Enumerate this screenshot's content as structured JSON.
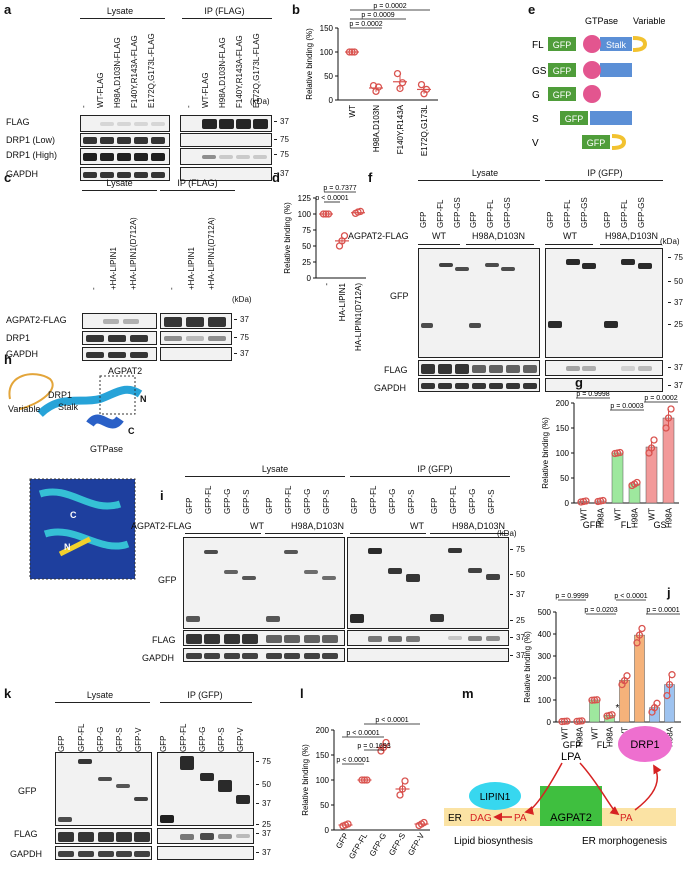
{
  "panels": {
    "a": {
      "label": "a",
      "lysate_header": "Lysate",
      "ip_header": "IP (FLAG)",
      "lanes": [
        "-",
        "WT-FLAG",
        "H98A,D103N-FLAG",
        "F140Y,R143A-FLAG",
        "E172Q,G173L-FLAG"
      ],
      "kda": "(kDa)",
      "rows": [
        {
          "name": "FLAG",
          "mw": "37"
        },
        {
          "name": "DRP1 (Low)",
          "mw": "75"
        },
        {
          "name": "DRP1 (High)",
          "mw": "75"
        },
        {
          "name": "GAPDH",
          "mw": "37"
        }
      ]
    },
    "b": {
      "label": "b"
    },
    "c": {
      "label": "c",
      "lysate_header": "Lysate",
      "ip_header": "IP (FLAG)",
      "lanes": [
        "-",
        "+HA-LIPIN1",
        "+HA-LIPIN1(D712A)"
      ],
      "kda": "(kDa)",
      "rows": [
        {
          "name": "AGPAT2-FLAG",
          "mw": "37"
        },
        {
          "name": "DRP1",
          "mw": "75"
        },
        {
          "name": "GAPDH",
          "mw": "37"
        }
      ]
    },
    "d": {
      "label": "d"
    },
    "e": {
      "label": "e",
      "top_labels": [
        "GTPase",
        "Variable"
      ],
      "rows": [
        "FL",
        "GS",
        "G",
        "S",
        "V"
      ],
      "gfp": "GFP",
      "stalk": "Stalk"
    },
    "f": {
      "label": "f",
      "lysate_header": "Lysate",
      "ip_header": "IP (GFP)",
      "lanes": [
        "GFP",
        "GFP-FL",
        "GFP-GS",
        "GFP",
        "GFP-FL",
        "GFP-GS"
      ],
      "agpat": "AGPAT2-FLAG",
      "wt": "WT",
      "mut": "H98A,D103N",
      "kda": "(kDa)",
      "gfp_mw": [
        "75",
        "50",
        "37",
        "25"
      ],
      "rows": [
        {
          "name": "GFP"
        },
        {
          "name": "FLAG",
          "mw": "37"
        },
        {
          "name": "GAPDH",
          "mw": "37"
        }
      ]
    },
    "g": {
      "label": "g"
    },
    "h": {
      "label": "h",
      "labels": [
        "AGPAT2",
        "DRP1",
        "Stalk",
        "Variable",
        "GTPase",
        "N",
        "C",
        "C",
        "N"
      ]
    },
    "i": {
      "label": "i",
      "lysate_header": "Lysate",
      "ip_header": "IP (GFP)",
      "lanes": [
        "GFP",
        "GFP-FL",
        "GFP-G",
        "GFP-S"
      ],
      "agpat": "AGPAT2-FLAG",
      "wt": "WT",
      "mut": "H98A,D103N",
      "kda": "(kDa)",
      "gfp_mw": [
        "75",
        "50",
        "37",
        "25"
      ],
      "rows": [
        {
          "name": "GFP"
        },
        {
          "name": "FLAG",
          "mw": "37"
        },
        {
          "name": "GAPDH",
          "mw": "37"
        }
      ]
    },
    "j": {
      "label": "j"
    },
    "k": {
      "label": "k",
      "lysate_header": "Lysate",
      "ip_header": "IP (GFP)",
      "lanes": [
        "GFP",
        "GFP-FL",
        "GFP-G",
        "GFP-S",
        "GFP-V"
      ],
      "gfp_mw": [
        "75",
        "50",
        "37",
        "25"
      ],
      "rows": [
        {
          "name": "GFP"
        },
        {
          "name": "FLAG",
          "mw": "37"
        },
        {
          "name": "GAPDH",
          "mw": "37"
        }
      ]
    },
    "l": {
      "label": "l"
    },
    "m": {
      "label": "m",
      "lpa": "LPA",
      "drp1": "DRP1",
      "lipin1": "LIPIN1",
      "agpat2": "AGPAT2",
      "er": "ER",
      "dag": "DAG",
      "pa1": "PA",
      "pa2": "PA",
      "lipid": "Lipid biosynthesis",
      "morph": "ER morphogenesis"
    }
  },
  "chart_data": [
    {
      "id": "b",
      "type": "scatter",
      "ylabel": "Relative binding (%)",
      "categories": [
        "WT",
        "H98A,D103N",
        "F140Y,R143A",
        "E172Q,G173L"
      ],
      "bar_colors": [
        "#e6e6e6",
        "#e6e6e6",
        "#e6e6e6",
        "#e6e6e6"
      ],
      "point_color": "#d9534f",
      "means": [
        100,
        25,
        38,
        22
      ],
      "sd": [
        1,
        8,
        16,
        9
      ],
      "points": [
        [
          100,
          100,
          100
        ],
        [
          30,
          18,
          27
        ],
        [
          55,
          24,
          36
        ],
        [
          32,
          13,
          22
        ]
      ],
      "ylim": [
        0,
        150
      ],
      "yticks": [
        0,
        50,
        100,
        150
      ],
      "pvalues": [
        "p = 0.0002",
        "p = 0.0009",
        "p = 0.0002"
      ]
    },
    {
      "id": "d",
      "type": "scatter",
      "ylabel": "Relative binding (%)",
      "categories": [
        "-",
        "HA-LIPIN1",
        "HA-LIPIN1(D712A)"
      ],
      "bar_colors": [
        "#e6e6e6",
        "#e6e6e6",
        "#e6e6e6"
      ],
      "point_color": "#d9534f",
      "means": [
        100,
        58,
        102
      ],
      "sd": [
        1,
        7,
        2
      ],
      "points": [
        [
          100,
          100,
          100
        ],
        [
          50,
          58,
          66
        ],
        [
          101,
          103,
          104
        ]
      ],
      "ylim": [
        0,
        125
      ],
      "yticks": [
        0,
        25,
        50,
        75,
        100,
        125
      ],
      "pvalues": [
        "p = 0.7377",
        "p < 0.0001"
      ]
    },
    {
      "id": "g",
      "type": "bar",
      "ylabel": "Relative binding (%)",
      "categories": [
        "WT",
        "H98A",
        "WT",
        "H98A",
        "WT",
        "H98A"
      ],
      "groups": [
        "GFP",
        "FL",
        "GS"
      ],
      "bar_colors": [
        "#999999",
        "#bbbbbb",
        "#9ee89e",
        "#9ee89e",
        "#f29a9a",
        "#f29a9a"
      ],
      "point_color": "#d9534f",
      "means": [
        3,
        4,
        100,
        38,
        112,
        170
      ],
      "sd": [
        1,
        1,
        2,
        4,
        12,
        18
      ],
      "points": [
        [
          2,
          3,
          4
        ],
        [
          3,
          4,
          5
        ],
        [
          99,
          100,
          101
        ],
        [
          35,
          38,
          41
        ],
        [
          100,
          110,
          126
        ],
        [
          150,
          170,
          188
        ]
      ],
      "ylim": [
        0,
        200
      ],
      "yticks": [
        0,
        50,
        100,
        150,
        200
      ],
      "pvalues": [
        "p = 0.9998",
        "p = 0.0003",
        "p = 0.0002"
      ]
    },
    {
      "id": "j",
      "type": "bar",
      "ylabel": "Relative binding (%)",
      "categories": [
        "WT",
        "H98A",
        "WT",
        "H98A",
        "WT",
        "H98A",
        "WT",
        "H98A"
      ],
      "groups": [
        "GFP",
        "FL",
        "G",
        "S"
      ],
      "bar_colors": [
        "#999999",
        "#bbbbbb",
        "#9ee89e",
        "#9ee89e",
        "#f5b27a",
        "#f5b27a",
        "#9ec3f0",
        "#9ec3f0"
      ],
      "point_color": "#d9534f",
      "means": [
        3,
        4,
        100,
        30,
        190,
        395,
        65,
        170
      ],
      "sd": [
        1,
        1,
        2,
        4,
        18,
        25,
        20,
        40
      ],
      "points": [
        [
          2,
          3,
          4
        ],
        [
          3,
          4,
          5
        ],
        [
          99,
          100,
          101
        ],
        [
          27,
          30,
          33
        ],
        [
          170,
          188,
          210
        ],
        [
          360,
          395,
          425
        ],
        [
          45,
          65,
          85
        ],
        [
          120,
          170,
          215
        ]
      ],
      "ylim": [
        0,
        500
      ],
      "yticks": [
        0,
        100,
        200,
        300,
        400,
        500
      ],
      "pvalues": [
        "p = 0.9999",
        "p = 0.0203",
        "p < 0.0001",
        "p = 0.0001"
      ],
      "annotation": "*"
    },
    {
      "id": "l",
      "type": "scatter",
      "ylabel": "Relative binding (%)",
      "categories": [
        "GFP",
        "GFP-FL",
        "GFP-G",
        "GFP-S",
        "GFP-V"
      ],
      "bar_colors": [
        "#e6e6e6",
        "#e6e6e6",
        "#e6e6e6",
        "#e6e6e6",
        "#e6e6e6"
      ],
      "point_color": "#d9534f",
      "means": [
        10,
        100,
        165,
        82,
        12
      ],
      "sd": [
        2,
        1,
        10,
        12,
        3
      ],
      "points": [
        [
          8,
          10,
          12
        ],
        [
          100,
          100,
          100
        ],
        [
          158,
          165,
          175
        ],
        [
          70,
          82,
          98
        ],
        [
          9,
          12,
          15
        ]
      ],
      "ylim": [
        0,
        200
      ],
      "yticks": [
        0,
        50,
        100,
        150,
        200
      ],
      "pvalues": [
        "p < 0.0001",
        "p < 0.0001",
        "p = 0.1693",
        "p < 0.0001"
      ]
    }
  ]
}
